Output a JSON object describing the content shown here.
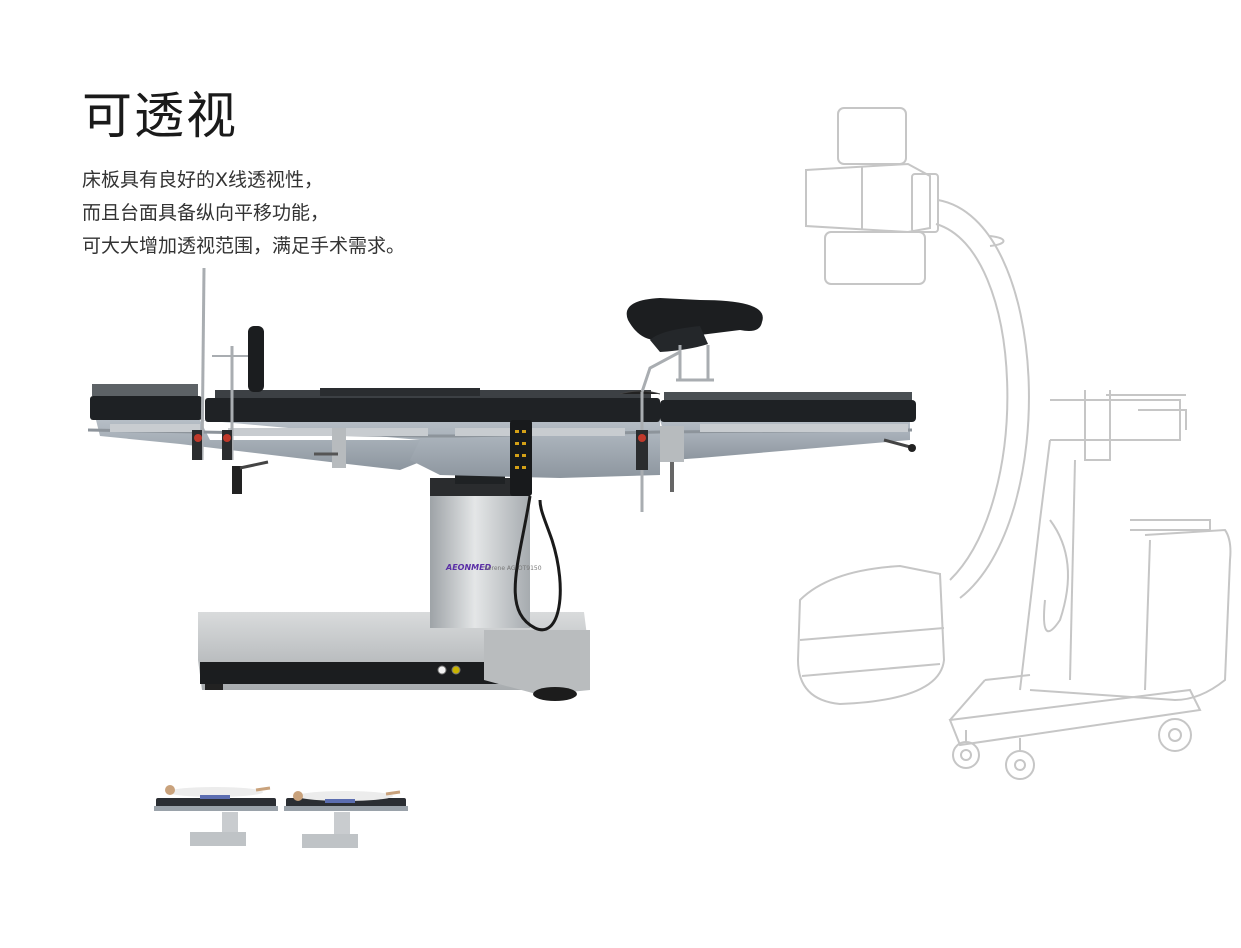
{
  "heading": {
    "title": "可透视"
  },
  "description": {
    "lines": [
      "床板具有良好的X线透视性，",
      "而且台面具备纵向平移功能，",
      "可大大增加透视范围，满足手术需求。"
    ]
  },
  "product": {
    "brand": "AEONMED",
    "model": "Serene AG-OT9150"
  },
  "icons": [
    "c-arm-xray-machine-outline",
    "operating-table-photo",
    "patient-translation-thumbnail"
  ],
  "colors": {
    "table_pad": "#1f2326",
    "table_frame": "#9ea6ae",
    "steel": "#cfd2d4",
    "brand": "#5a2ea6",
    "outline": "#c8c8c8"
  }
}
